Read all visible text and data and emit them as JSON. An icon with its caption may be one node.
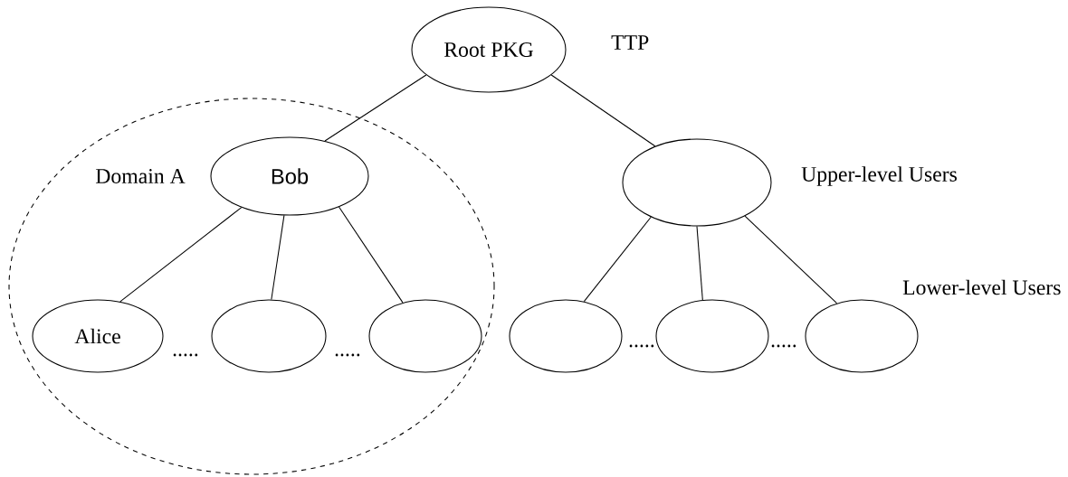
{
  "diagram": {
    "nodes": [
      {
        "text": [
          "Root PKG"
        ],
        "beside": [
          "TTP"
        ]
      },
      {
        "text": [
          "Domain A"
        ]
      },
      {
        "text": [
          "Bob"
        ],
        "in": 1
      },
      {
        "text": [
          "Alice"
        ],
        "in": 1
      },
      {
        "text": [],
        "shape": "ellipse",
        "in": 1
      },
      {
        "text": [],
        "shape": "ellipse",
        "in": 1
      },
      {
        "text": [],
        "shape": "ellipse",
        "beside": [
          "Upper-level Users"
        ]
      },
      {
        "text": [],
        "shape": "ellipse"
      },
      {
        "text": [],
        "shape": "ellipse"
      },
      {
        "text": [],
        "shape": "ellipse"
      }
    ],
    "edges": [
      {
        "from": 0,
        "to": 2,
        "arrow": "none"
      },
      {
        "from": 0,
        "to": 6,
        "arrow": "none"
      },
      {
        "from": 2,
        "to": 3,
        "arrow": "none"
      },
      {
        "from": 2,
        "to": 4,
        "arrow": "none"
      },
      {
        "from": 2,
        "to": 5,
        "arrow": "none"
      },
      {
        "from": 6,
        "to": 7,
        "arrow": "none"
      },
      {
        "from": 6,
        "to": 8,
        "arrow": "none"
      },
      {
        "from": 6,
        "to": 9,
        "arrow": "none"
      }
    ],
    "labels": [
      "Lower-level Users",
      ".....",
      ".....",
      ".....",
      "....."
    ]
  }
}
